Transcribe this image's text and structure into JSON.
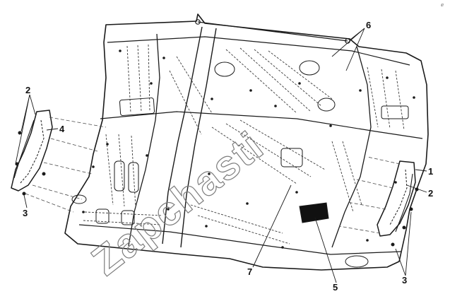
{
  "diagram": {
    "callouts": [
      {
        "id": "2-left",
        "label": "2"
      },
      {
        "id": "4",
        "label": "4"
      },
      {
        "id": "3-left",
        "label": "3"
      },
      {
        "id": "6",
        "label": "6"
      },
      {
        "id": "1",
        "label": "1"
      },
      {
        "id": "2-right",
        "label": "2"
      },
      {
        "id": "3-right",
        "label": "3"
      },
      {
        "id": "7",
        "label": "7"
      },
      {
        "id": "5",
        "label": "5"
      }
    ],
    "corner_mark": "ⅇ",
    "watermark": "Zapchasti",
    "colors": {
      "line": "#1a1a1a",
      "detail": "#3a3a3a",
      "fill_dark": "#111111",
      "watermark": "#7d7d7d",
      "background": "#ffffff"
    }
  }
}
